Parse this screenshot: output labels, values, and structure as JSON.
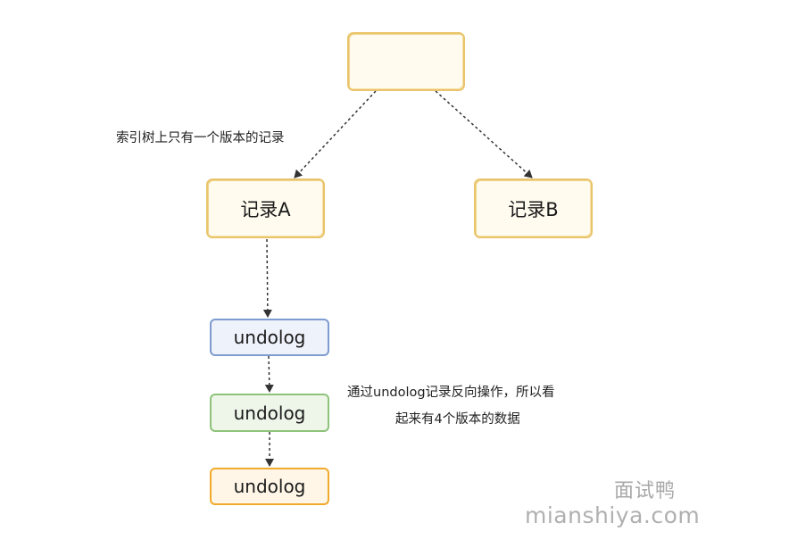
{
  "diagram": {
    "root_label": "",
    "record_a_label": "记录A",
    "record_b_label": "记录B",
    "undolog_labels": [
      "undolog",
      "undolog",
      "undolog"
    ],
    "note_left": "索引树上只有一个版本的记录",
    "note_right_line1": "通过undolog记录反向操作，所以看",
    "note_right_line2": "起来有4个版本的数据"
  },
  "watermark": {
    "chinese": "面试鸭",
    "url": "mianshiya.com"
  },
  "colors": {
    "record_border": "#e9c46a",
    "record_fill": "#fffbef",
    "undolog_1_border": "#7e9ccf",
    "undolog_2_border": "#8fc27a",
    "undolog_3_border": "#f2aa2b",
    "arrow": "#333333"
  }
}
